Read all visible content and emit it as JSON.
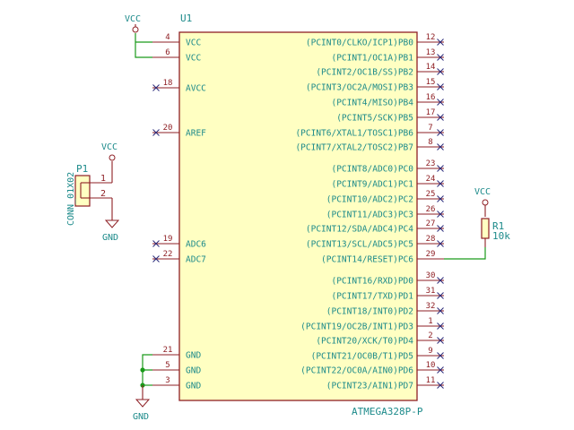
{
  "ic": {
    "ref": "U1",
    "value": "ATMEGA328P-P",
    "left_pins": [
      {
        "num": "4",
        "label": "VCC"
      },
      {
        "num": "6",
        "label": "VCC"
      },
      {
        "num": "18",
        "label": "AVCC"
      },
      {
        "num": "20",
        "label": "AREF"
      },
      {
        "num": "19",
        "label": "ADC6"
      },
      {
        "num": "22",
        "label": "ADC7"
      },
      {
        "num": "21",
        "label": "GND"
      },
      {
        "num": "5",
        "label": "GND"
      },
      {
        "num": "3",
        "label": "GND"
      }
    ],
    "right_pins": [
      {
        "num": "12",
        "label": "(PCINT0/CLKO/ICP1)PB0"
      },
      {
        "num": "13",
        "label": "(PCINT1/OC1A)PB1"
      },
      {
        "num": "14",
        "label": "(PCINT2/OC1B/SS)PB2"
      },
      {
        "num": "15",
        "label": "(PCINT3/OC2A/MOSI)PB3"
      },
      {
        "num": "16",
        "label": "(PCINT4/MISO)PB4"
      },
      {
        "num": "17",
        "label": "(PCINT5/SCK)PB5"
      },
      {
        "num": "7",
        "label": "(PCINT6/XTAL1/TOSC1)PB6"
      },
      {
        "num": "8",
        "label": "(PCINT7/XTAL2/TOSC2)PB7"
      },
      {
        "num": "23",
        "label": "(PCINT8/ADC0)PC0"
      },
      {
        "num": "24",
        "label": "(PCINT9/ADC1)PC1"
      },
      {
        "num": "25",
        "label": "(PCINT10/ADC2)PC2"
      },
      {
        "num": "26",
        "label": "(PCINT11/ADC3)PC3"
      },
      {
        "num": "27",
        "label": "(PCINT12/SDA/ADC4)PC4"
      },
      {
        "num": "28",
        "label": "(PCINT13/SCL/ADC5)PC5"
      },
      {
        "num": "29",
        "label": "(PCINT14/RESET)PC6"
      },
      {
        "num": "30",
        "label": "(PCINT16/RXD)PD0"
      },
      {
        "num": "31",
        "label": "(PCINT17/TXD)PD1"
      },
      {
        "num": "32",
        "label": "(PCINT18/INT0)PD2"
      },
      {
        "num": "1",
        "label": "(PCINT19/OC2B/INT1)PD3"
      },
      {
        "num": "2",
        "label": "(PCINT20/XCK/T0)PD4"
      },
      {
        "num": "9",
        "label": "(PCINT21/OC0B/T1)PD5"
      },
      {
        "num": "10",
        "label": "(PCINT22/OC0A/AIN0)PD6"
      },
      {
        "num": "11",
        "label": "(PCINT23/AIN1)PD7"
      }
    ]
  },
  "connector": {
    "ref": "P1",
    "value": "CONN_01X02",
    "pins": [
      "1",
      "2"
    ]
  },
  "resistor": {
    "ref": "R1",
    "value": "10k"
  },
  "power": {
    "vcc": "VCC",
    "gnd": "GND"
  },
  "colors": {
    "component": "#8e1f24",
    "label": "#1c8a8a",
    "wire": "#1a9a1a",
    "ic_fill": "#ffffc2",
    "no_connect": "#2a2a7a"
  }
}
